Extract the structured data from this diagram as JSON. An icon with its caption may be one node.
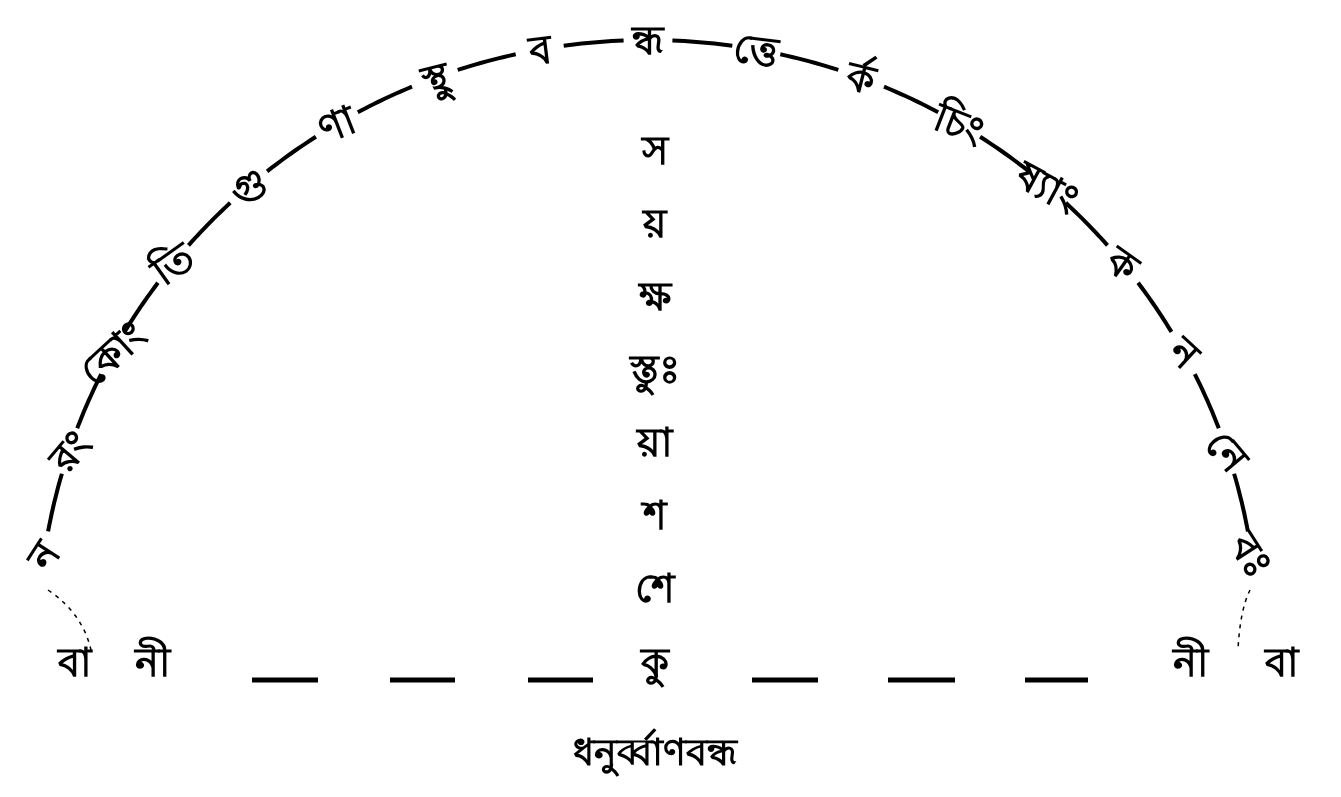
{
  "diagram": {
    "caption": "ধনুর্ব্বাণবন্ধ",
    "labels": [
      "ন",
      "রং",
      "কোং",
      "তি",
      "গু",
      "ণা",
      "স্থু",
      "ব",
      "ন্ধ",
      "ত্তে",
      "র্ক",
      "চিং",
      "ষ্যাং",
      "ক",
      "ন",
      "নে",
      "বঃ",
      "স",
      "য়",
      "ক্ষ",
      "স্তুঃ",
      "য়া",
      "শ",
      "শে",
      "বা",
      "নী",
      "কু",
      "নী",
      "বা"
    ]
  }
}
